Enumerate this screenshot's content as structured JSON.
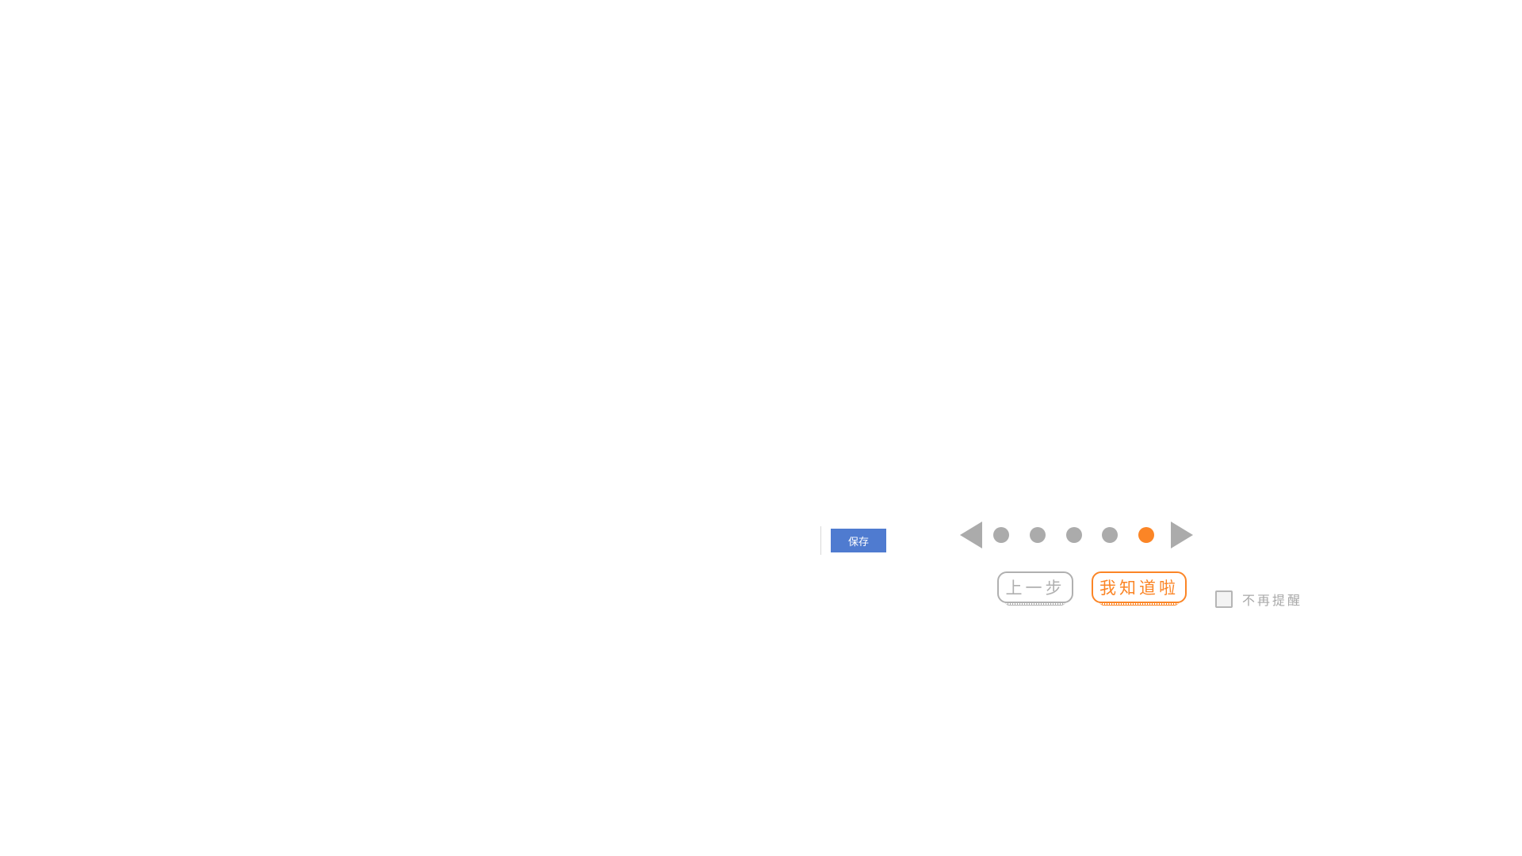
{
  "toolbar": {
    "save_label": "保存"
  },
  "guide": {
    "pager": {
      "prev_icon": "triangle-left-icon",
      "next_icon": "triangle-right-icon",
      "total_steps": 5,
      "current_step": 5
    },
    "prev_step_label": "上一步",
    "got_it_label": "我知道啦",
    "dont_remind": {
      "label": "不再提醒",
      "checked": false
    }
  },
  "colors": {
    "accent": "#fb8526",
    "save_button": "#4f7bd0",
    "inactive": "#ababab"
  }
}
